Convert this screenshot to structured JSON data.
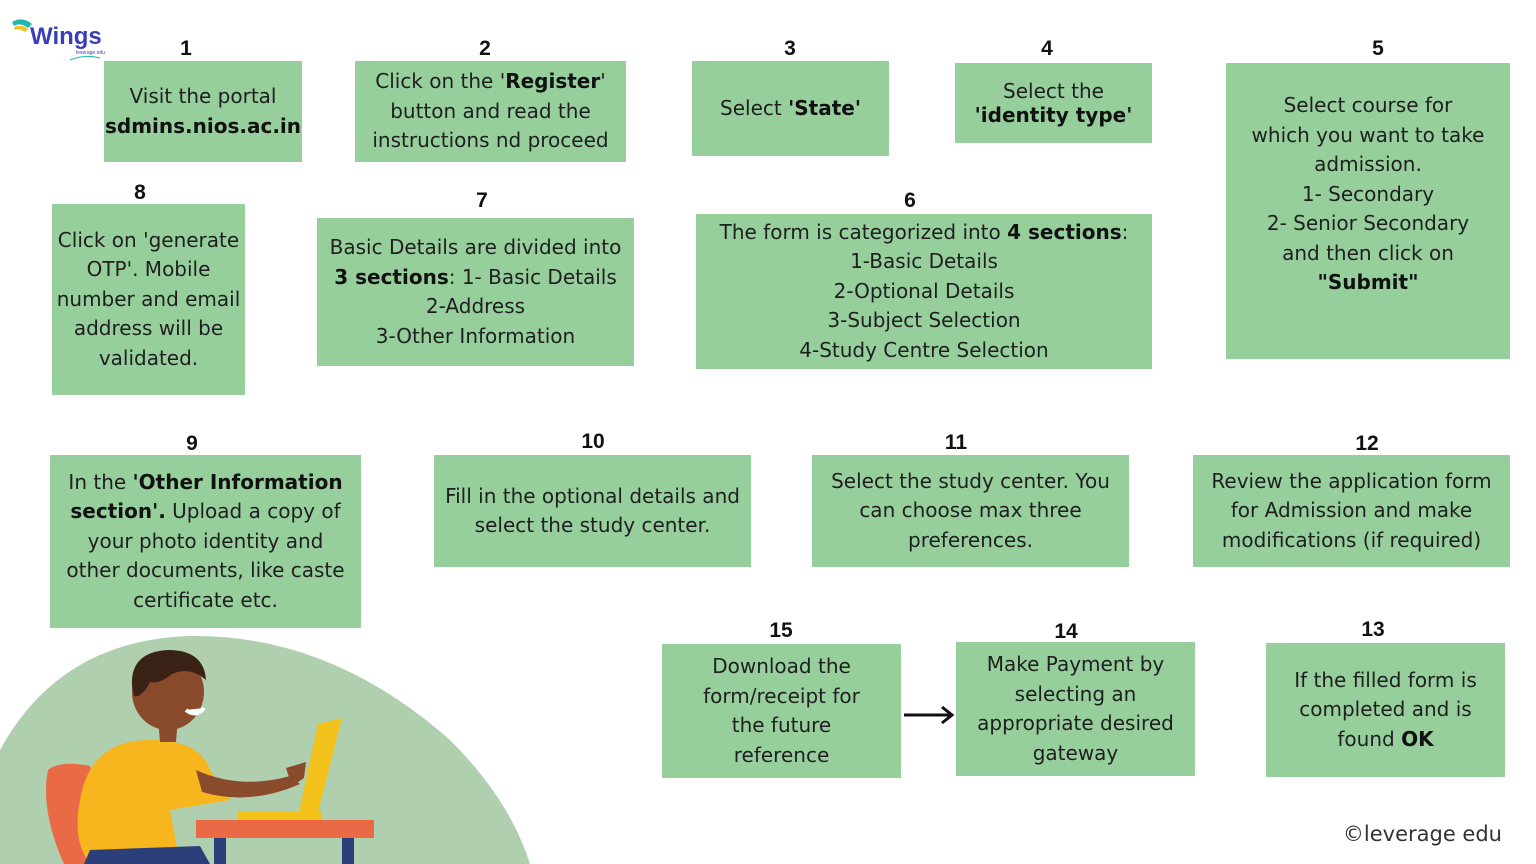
{
  "brand": {
    "logo_text": "Wings",
    "logo_sub": "leverage edu",
    "copyright_symbol": "©",
    "copyright_text": "leverage edu",
    "colors": {
      "box": "#96cf9c",
      "blob": "#b0cfae",
      "logo_blue": "#3a3fb6",
      "logo_teal": "#1fb7b0",
      "logo_yellow": "#f2c21b"
    }
  },
  "steps": {
    "s1": {
      "num": "1",
      "l1": "Visit the portal",
      "l2b": "sdmins.nios.ac.in"
    },
    "s2": {
      "num": "2",
      "l1a": "Click on the '",
      "l1b": "Register",
      "l1c": "'",
      "l2": "button and read the",
      "l3": "instructions nd proceed"
    },
    "s3": {
      "num": "3",
      "a": "Select ",
      "b": "'State'"
    },
    "s4": {
      "num": "4",
      "l1": "Select the",
      "l2b": "'identity type'"
    },
    "s5": {
      "num": "5",
      "l1": "Select course for",
      "l2": "which you want to take",
      "l3": "admission.",
      "l4": "1- Secondary",
      "l5": "2- Senior Secondary",
      "l6": "and then click on",
      "l7b": "\"Submit\""
    },
    "s6": {
      "num": "6",
      "l1a": "The form is categorized into ",
      "l1b": "4 sections",
      "l1c": ":",
      "l2": "1-Basic Details",
      "l3": "2-Optional Details",
      "l4": "3-Subject Selection",
      "l5": "4-Study Centre Selection"
    },
    "s7": {
      "num": "7",
      "l1": "Basic Details are divided into",
      "l2b": "3 sections",
      "l2c": ": 1- Basic Details",
      "l3": "2-Address",
      "l4": "3-Other Information"
    },
    "s8": {
      "num": "8",
      "l1": "Click on 'generate",
      "l2": "OTP'. Mobile",
      "l3": "number and email",
      "l4": "address will be",
      "l5": "validated."
    },
    "s9": {
      "num": "9",
      "l1a": "In the ",
      "l1b": "'Other Information",
      "l2b": "section'.",
      "l2c": " Upload a copy of",
      "l3": "your photo identity and",
      "l4": "other documents, like caste",
      "l5": "certificate etc."
    },
    "s10": {
      "num": "10",
      "l1": "Fill in the optional details and",
      "l2": "select the study center."
    },
    "s11": {
      "num": "11",
      "l1": "Select the study center. You",
      "l2": "can choose max three",
      "l3": "preferences."
    },
    "s12": {
      "num": "12",
      "l1": "Review the application form",
      "l2": "for Admission and make",
      "l3": "modifications (if required)"
    },
    "s13": {
      "num": "13",
      "l1": "If the filled form is",
      "l2": "completed and is",
      "l3a": "found ",
      "l3b": "OK"
    },
    "s14": {
      "num": "14",
      "l1": "Make Payment by",
      "l2": "selecting an",
      "l3": "appropriate desired",
      "l4": "gateway"
    },
    "s15": {
      "num": "15",
      "l1": "Download the",
      "l2": "form/receipt for",
      "l3": "the future",
      "l4": "reference"
    }
  }
}
